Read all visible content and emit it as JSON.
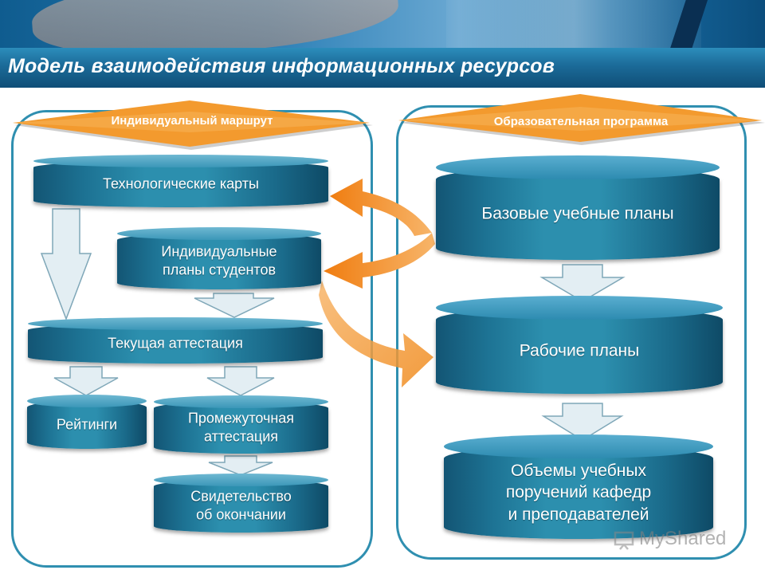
{
  "title": "Модель взаимодействия информационных ресурсов",
  "left_panel": {
    "header": "Индивидуальный маршрут",
    "nodes": {
      "tech_maps": "Технологические карты",
      "individual_plans": "Индивидуальные\nпланы студентов",
      "current_attestation": "Текущая аттестация",
      "ratings": "Рейтинги",
      "intermediate_attestation": "Промежуточная\nаттестация",
      "certificate": "Свидетельство\nоб окончании"
    }
  },
  "right_panel": {
    "header": "Образовательная программа",
    "nodes": {
      "base_plans": "Базовые учебные планы",
      "work_plans": "Рабочие планы",
      "volumes": "Объемы учебных\nпоручений кафедр\nи преподавателей"
    }
  },
  "watermark": "MyShared",
  "colors": {
    "title_bar": "#1b6a98",
    "panel_border": "#2f8fb0",
    "cylinder": "#1d7394",
    "ribbon": "#f39a2e",
    "flow_arrow": "#d8e8ee",
    "orange_arrow": "#f08a1c"
  }
}
